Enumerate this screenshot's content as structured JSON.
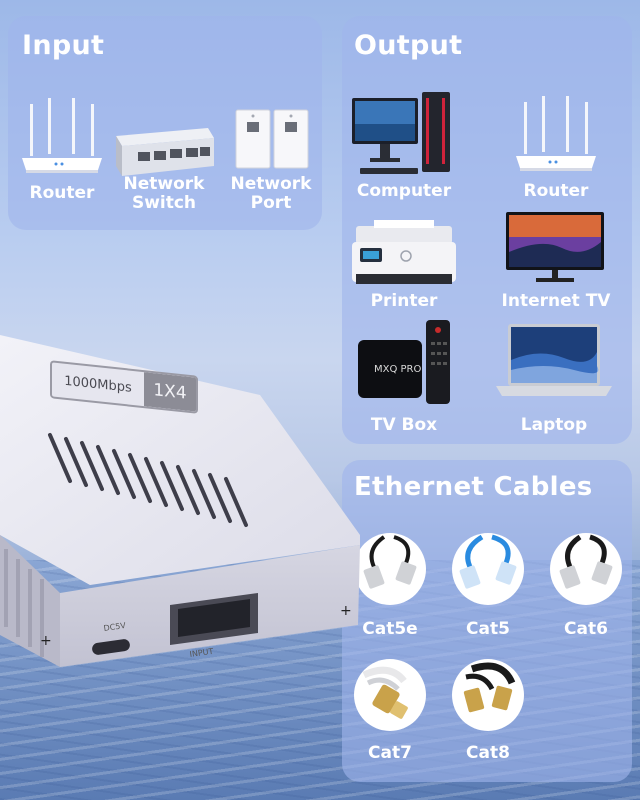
{
  "input": {
    "title": "Input",
    "items": [
      {
        "label": "Router",
        "icon": "router-icon"
      },
      {
        "label": "Network\nSwitch",
        "icon": "network-switch-icon"
      },
      {
        "label": "Network\nPort",
        "icon": "network-port-icon"
      }
    ]
  },
  "output": {
    "title": "Output",
    "items": [
      {
        "label": "Computer",
        "icon": "computer-icon"
      },
      {
        "label": "Router",
        "icon": "router-icon"
      },
      {
        "label": "Printer",
        "icon": "printer-icon"
      },
      {
        "label": "Internet TV",
        "icon": "tv-icon"
      },
      {
        "label": "TV Box",
        "icon": "tv-box-icon"
      },
      {
        "label": "Laptop",
        "icon": "laptop-icon"
      }
    ]
  },
  "cables": {
    "title": "Ethernet Cables",
    "items": [
      {
        "label": "Cat5e",
        "color": "#1a1a1a"
      },
      {
        "label": "Cat5",
        "color": "#2a8be0"
      },
      {
        "label": "Cat6",
        "color": "#1a1a1a"
      },
      {
        "label": "Cat7",
        "color": "#f2f2f2"
      },
      {
        "label": "Cat8",
        "color": "#1a1a1a"
      }
    ]
  },
  "device": {
    "speed": "1000Mbps",
    "ports": "1X4",
    "port_label": "DC5V",
    "lan_label": "INPUT"
  },
  "colors": {
    "panel": "#a0b4eb",
    "text": "#ffffff",
    "device": "#e4e4ef"
  }
}
